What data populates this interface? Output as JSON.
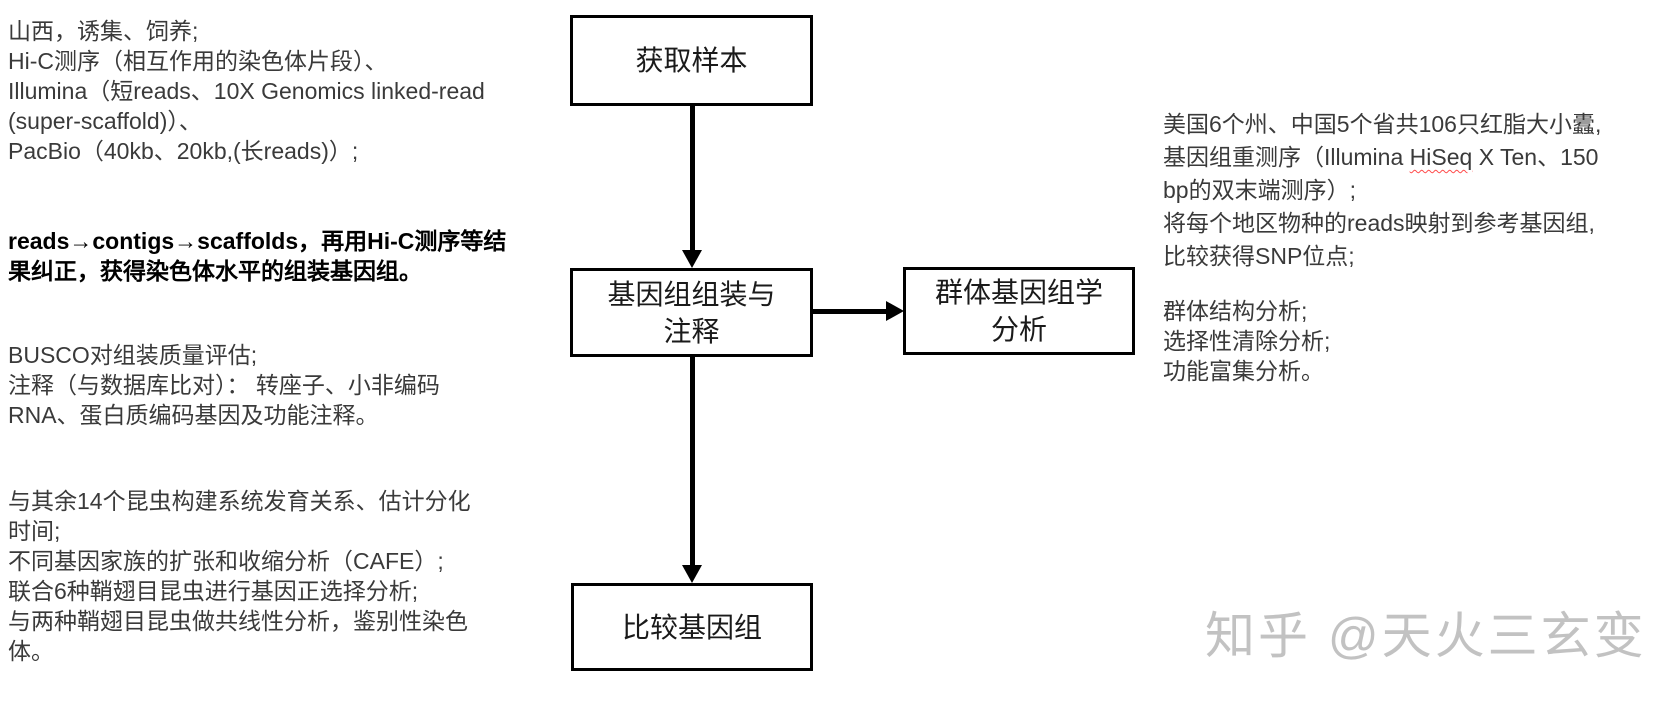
{
  "flowchart": {
    "nodes": {
      "sample": {
        "label": "获取样本"
      },
      "assembly": {
        "label": "基因组组装与\n注释"
      },
      "popgen": {
        "label": "群体基因组学\n分析"
      },
      "comparative": {
        "label": "比较基因组"
      }
    }
  },
  "left_notes": {
    "sampling": "山西，诱集、饲养;\nHi-C测序（相互作用的染色体片段）、\nIllumina（短reads、10X Genomics linked-read\n(super-scaffold)）、\nPacBio（40kb、20kb,(长reads)）;",
    "assembly_bold": "reads→contigs→scaffolds，再用Hi-C测序等结\n果纠正，获得染色体水平的组装基因组。",
    "annotation": "BUSCO对组装质量评估;\n注释（与数据库比对）： 转座子、小非编码\nRNA、蛋白质编码基因及功能注释。",
    "comparative": "与其余14个昆虫构建系统发育关系、估计分化\n时间;\n不同基因家族的扩张和收缩分析（CAFE）;\n联合6种鞘翅目昆虫进行基因正选择分析;\n与两种鞘翅目昆虫做共线性分析，鉴别性染色\n体。"
  },
  "right_notes": {
    "reseq_line1": "美国6个州、中国5个省共106只红脂大小蠹,",
    "reseq_line2_pre": "基因组重测序（Illumina ",
    "reseq_line2_spellcheck": "HiSeq",
    "reseq_line2_post": " X Ten、150",
    "reseq_line3": "bp的双末端测序）;",
    "reseq_line4": "将每个地区物种的reads映射到参考基因组,",
    "reseq_line5": "比较获得SNP位点;",
    "analysis": "群体结构分析;\n选择性清除分析;\n功能富集分析。"
  },
  "watermark": {
    "text": "知乎 @天火三玄变"
  },
  "colors": {
    "text": "#3a3a3a",
    "box_border": "#000000",
    "spellcheck_underline": "#ff4a4a",
    "watermark": "#c2c2c2"
  }
}
